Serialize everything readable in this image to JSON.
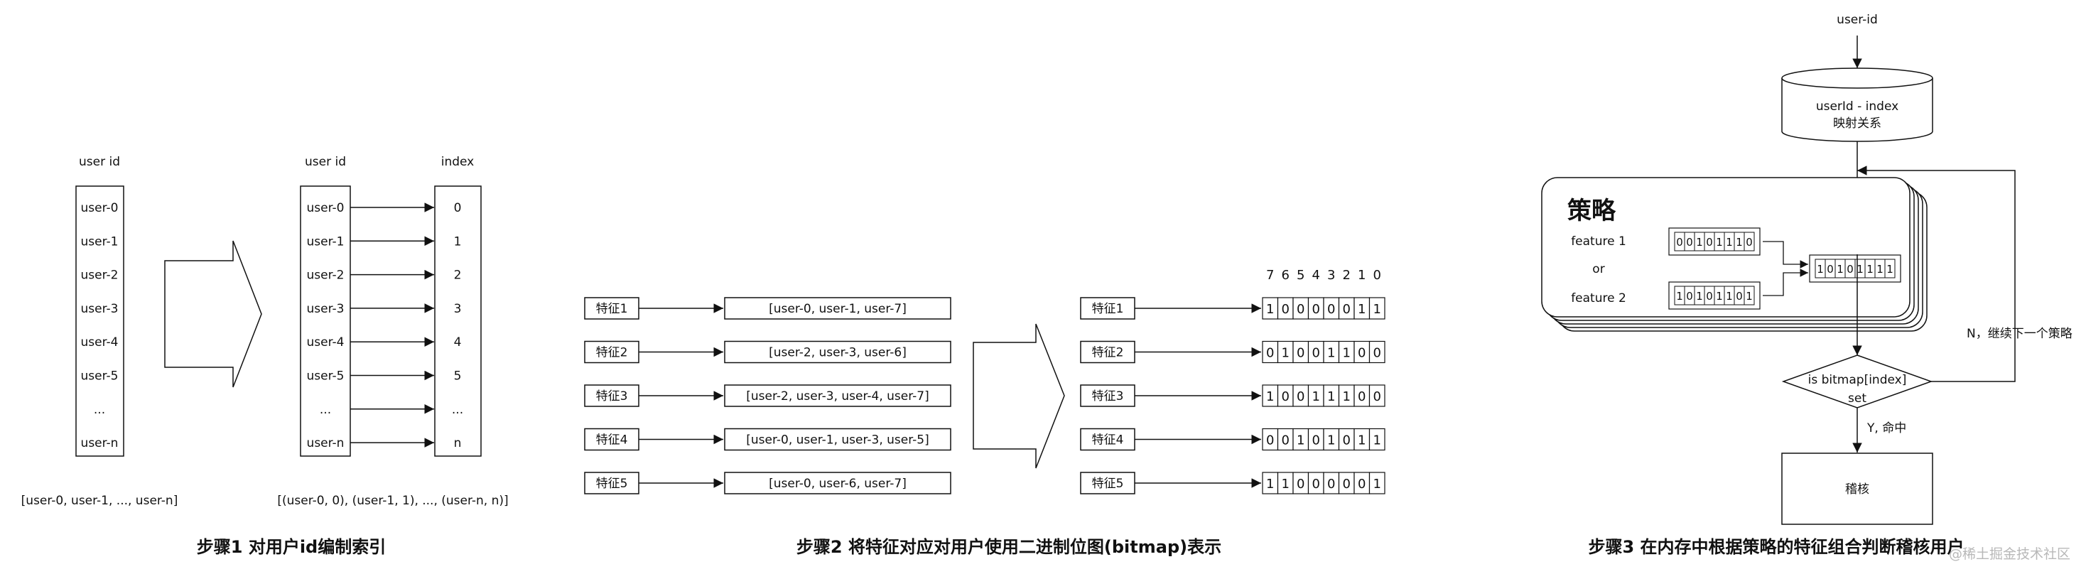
{
  "step1": {
    "caption": "步骤1 对用户id编制索引",
    "left_header": "user id",
    "left_items": [
      "user-0",
      "user-1",
      "user-2",
      "user-3",
      "user-4",
      "user-5",
      "...",
      "user-n"
    ],
    "left_summary": "[user-0, user-1, ..., user-n]",
    "mid_header": "user id",
    "index_header": "index",
    "mid_items": [
      "user-0",
      "user-1",
      "user-2",
      "user-3",
      "user-4",
      "user-5",
      "...",
      "user-n"
    ],
    "index_items": [
      "0",
      "1",
      "2",
      "3",
      "4",
      "5",
      "...",
      "n"
    ],
    "right_summary": "[(user-0, 0), (user-1, 1), ..., (user-n, n)]"
  },
  "step2": {
    "caption": "步骤2 将特征对应对用户使用二进制位图(bitmap)表示",
    "features": [
      "特征1",
      "特征2",
      "特征3",
      "特征4",
      "特征5"
    ],
    "user_lists": [
      "[user-0, user-1, user-7]",
      "[user-2, user-3, user-6]",
      "[user-2, user-3, user-4, user-7]",
      "[user-0, user-1, user-3, user-5]",
      "[user-0, user-6, user-7]"
    ],
    "bit_header": [
      "7",
      "6",
      "5",
      "4",
      "3",
      "2",
      "1",
      "0"
    ],
    "bitmaps": [
      [
        "1",
        "0",
        "0",
        "0",
        "0",
        "0",
        "1",
        "1"
      ],
      [
        "0",
        "1",
        "0",
        "0",
        "1",
        "1",
        "0",
        "0"
      ],
      [
        "1",
        "0",
        "0",
        "1",
        "1",
        "1",
        "0",
        "0"
      ],
      [
        "0",
        "0",
        "1",
        "0",
        "1",
        "0",
        "1",
        "1"
      ],
      [
        "1",
        "1",
        "0",
        "0",
        "0",
        "0",
        "0",
        "1"
      ]
    ]
  },
  "step3": {
    "caption": "步骤3 在内存中根据策略的特征组合判断稽核用户",
    "input": "user-id",
    "db_line1": "userId - index",
    "db_line2": "映射关系",
    "strategy_title": "策略",
    "feature1_label": "feature 1",
    "or_label": "or",
    "feature2_label": "feature 2",
    "feature1_bits": [
      "0",
      "0",
      "1",
      "0",
      "1",
      "1",
      "1",
      "0"
    ],
    "feature2_bits": [
      "1",
      "0",
      "1",
      "0",
      "1",
      "1",
      "0",
      "1"
    ],
    "result_bits": [
      "1",
      "0",
      "1",
      "0",
      "1",
      "1",
      "1",
      "1"
    ],
    "decision_line1": "is bitmap[index]",
    "decision_line2": "set",
    "no_label": "N，继续下一个策略",
    "yes_label": "Y, 命中",
    "audit": "稽核"
  },
  "watermark": "@稀土掘金技术社区"
}
